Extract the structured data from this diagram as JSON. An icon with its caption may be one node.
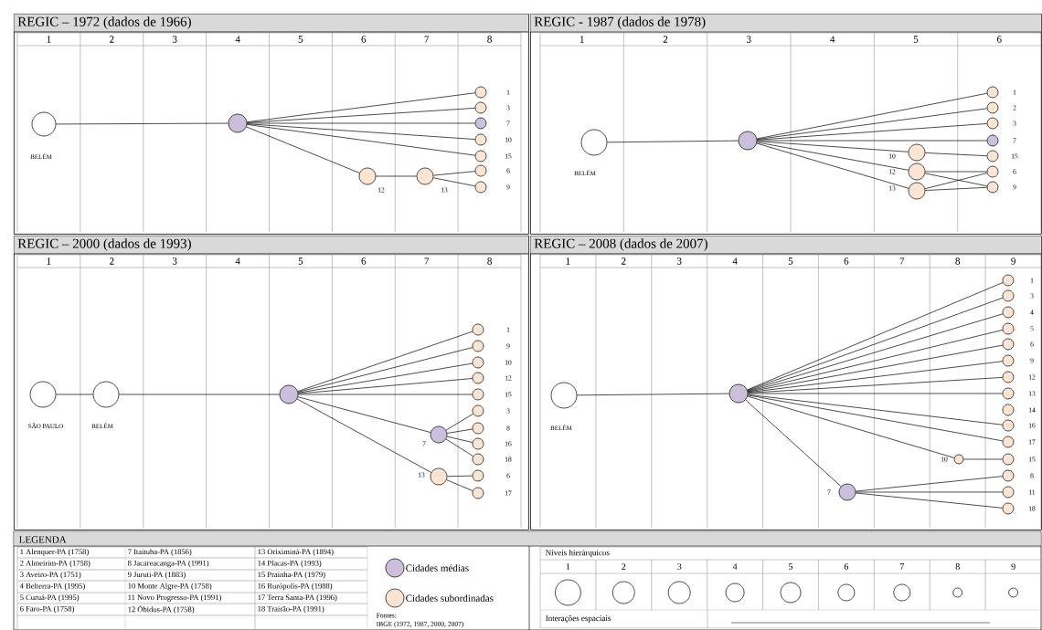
{
  "diagram": {
    "nodes": [
      {
        "text": [
          "REGIC – 1972 (dados de 1966)",
          "1",
          "2",
          "3",
          "4",
          "5",
          "6",
          "7",
          "8"
        ]
      },
      {
        "text": [],
        "shape": "circle",
        "in": 0,
        "beside": [
          "BELÉM"
        ]
      },
      {
        "text": [],
        "shape": "circle",
        "in": 0
      },
      {
        "text": [],
        "shape": "circle",
        "in": 0,
        "beside": [
          "1"
        ]
      },
      {
        "text": [],
        "shape": "circle",
        "in": 0,
        "beside": [
          "3"
        ]
      },
      {
        "text": [],
        "shape": "circle",
        "in": 0,
        "beside": [
          "7"
        ]
      },
      {
        "text": [],
        "shape": "circle",
        "in": 0,
        "beside": [
          "10"
        ]
      },
      {
        "text": [],
        "shape": "circle",
        "in": 0,
        "beside": [
          "15"
        ]
      },
      {
        "text": [],
        "shape": "circle",
        "in": 0,
        "beside": [
          "12"
        ]
      },
      {
        "text": [],
        "shape": "circle",
        "in": 0,
        "beside": [
          "13"
        ]
      },
      {
        "text": [],
        "shape": "circle",
        "in": 0,
        "beside": [
          "6"
        ]
      },
      {
        "text": [],
        "shape": "circle",
        "in": 0,
        "beside": [
          "9"
        ]
      },
      {
        "text": [
          "REGIC - 1987 (dados de 1978)",
          "1",
          "2",
          "3",
          "4",
          "5",
          "6"
        ]
      },
      {
        "text": [],
        "shape": "circle",
        "in": 12,
        "beside": [
          "BELÉM"
        ]
      },
      {
        "text": [],
        "shape": "circle",
        "in": 12
      },
      {
        "text": [],
        "shape": "circle",
        "in": 12,
        "beside": [
          "1"
        ]
      },
      {
        "text": [],
        "shape": "circle",
        "in": 12,
        "beside": [
          "2"
        ]
      },
      {
        "text": [],
        "shape": "circle",
        "in": 12,
        "beside": [
          "3"
        ]
      },
      {
        "text": [],
        "shape": "circle",
        "in": 12,
        "beside": [
          "7"
        ]
      },
      {
        "text": [],
        "shape": "circle",
        "in": 12,
        "beside": [
          "10"
        ]
      },
      {
        "text": [],
        "shape": "circle",
        "in": 12,
        "beside": [
          "15"
        ]
      },
      {
        "text": [],
        "shape": "circle",
        "in": 12,
        "beside": [
          "12"
        ]
      },
      {
        "text": [],
        "shape": "circle",
        "in": 12,
        "beside": [
          "6"
        ]
      },
      {
        "text": [],
        "shape": "circle",
        "in": 12,
        "beside": [
          "13"
        ]
      },
      {
        "text": [],
        "shape": "circle",
        "in": 12,
        "beside": [
          "9"
        ]
      },
      {
        "text": [
          "REGIC – 2000 (dados de 1993)",
          "1",
          "2",
          "3",
          "4",
          "5",
          "6",
          "7",
          "8"
        ]
      },
      {
        "text": [],
        "shape": "circle",
        "in": 25,
        "beside": [
          "SÃO PAULO"
        ]
      },
      {
        "text": [],
        "shape": "circle",
        "in": 25,
        "beside": [
          "BELÉM"
        ]
      },
      {
        "text": [],
        "shape": "circle",
        "in": 25
      },
      {
        "text": [],
        "shape": "circle",
        "in": 25,
        "beside": [
          "1"
        ]
      },
      {
        "text": [],
        "shape": "circle",
        "in": 25,
        "beside": [
          "9"
        ]
      },
      {
        "text": [],
        "shape": "circle",
        "in": 25,
        "beside": [
          "10"
        ]
      },
      {
        "text": [],
        "shape": "circle",
        "in": 25,
        "beside": [
          "12"
        ]
      },
      {
        "text": [],
        "shape": "circle",
        "in": 25,
        "beside": [
          "15"
        ]
      },
      {
        "text": [],
        "shape": "circle",
        "in": 25,
        "beside": [
          "3"
        ]
      },
      {
        "text": [],
        "shape": "circle",
        "in": 25,
        "beside": [
          "7"
        ]
      },
      {
        "text": [],
        "shape": "circle",
        "in": 25,
        "beside": [
          "8"
        ]
      },
      {
        "text": [],
        "shape": "circle",
        "in": 25,
        "beside": [
          "16"
        ]
      },
      {
        "text": [],
        "shape": "circle",
        "in": 25,
        "beside": [
          "18"
        ]
      },
      {
        "text": [],
        "shape": "circle",
        "in": 25,
        "beside": [
          "13"
        ]
      },
      {
        "text": [],
        "shape": "circle",
        "in": 25,
        "beside": [
          "6"
        ]
      },
      {
        "text": [],
        "shape": "circle",
        "in": 25,
        "beside": [
          "17"
        ]
      },
      {
        "text": [
          "REGIC – 2008 (dados de 2007)",
          "1",
          "2",
          "3",
          "4",
          "5",
          "6",
          "7",
          "8",
          "9"
        ]
      },
      {
        "text": [],
        "shape": "circle",
        "in": 42,
        "beside": [
          "BELÉM"
        ]
      },
      {
        "text": [],
        "shape": "circle",
        "in": 42
      },
      {
        "text": [],
        "shape": "circle",
        "in": 42,
        "beside": [
          "1"
        ]
      },
      {
        "text": [],
        "shape": "circle",
        "in": 42,
        "beside": [
          "3"
        ]
      },
      {
        "text": [],
        "shape": "circle",
        "in": 42,
        "beside": [
          "4"
        ]
      },
      {
        "text": [],
        "shape": "circle",
        "in": 42,
        "beside": [
          "5"
        ]
      },
      {
        "text": [],
        "shape": "circle",
        "in": 42,
        "beside": [
          "6"
        ]
      },
      {
        "text": [],
        "shape": "circle",
        "in": 42,
        "beside": [
          "9"
        ]
      },
      {
        "text": [],
        "shape": "circle",
        "in": 42,
        "beside": [
          "12"
        ]
      },
      {
        "text": [],
        "shape": "circle",
        "in": 42,
        "beside": [
          "13"
        ]
      },
      {
        "text": [],
        "shape": "circle",
        "in": 42,
        "beside": [
          "14"
        ]
      },
      {
        "text": [],
        "shape": "circle",
        "in": 42,
        "beside": [
          "16"
        ]
      },
      {
        "text": [],
        "shape": "circle",
        "in": 42,
        "beside": [
          "17"
        ]
      },
      {
        "text": [],
        "shape": "circle",
        "in": 42,
        "beside": [
          "10"
        ]
      },
      {
        "text": [],
        "shape": "circle",
        "in": 42,
        "beside": [
          "15"
        ]
      },
      {
        "text": [],
        "shape": "circle",
        "in": 42,
        "beside": [
          "7"
        ]
      },
      {
        "text": [],
        "shape": "circle",
        "in": 42,
        "beside": [
          "8"
        ]
      },
      {
        "text": [],
        "shape": "circle",
        "in": 42,
        "beside": [
          "11"
        ]
      },
      {
        "text": [],
        "shape": "circle",
        "in": 42,
        "beside": [
          "18"
        ]
      },
      {
        "text": [],
        "shape": "circle"
      },
      {
        "text": [],
        "shape": "circle"
      },
      {
        "text": [],
        "shape": "circle"
      },
      {
        "text": [],
        "shape": "circle"
      },
      {
        "text": [],
        "shape": "circle"
      },
      {
        "text": [],
        "shape": "circle"
      },
      {
        "text": [],
        "shape": "circle"
      },
      {
        "text": [],
        "shape": "circle"
      },
      {
        "text": [],
        "shape": "circle"
      }
    ],
    "edges": [
      {
        "from": 1,
        "to": 2,
        "arrow": "none"
      },
      {
        "from": 2,
        "to": 3,
        "arrow": "none"
      },
      {
        "from": 2,
        "to": 4,
        "arrow": "none"
      },
      {
        "from": 2,
        "to": 5,
        "arrow": "none"
      },
      {
        "from": 2,
        "to": 6,
        "arrow": "none"
      },
      {
        "from": 2,
        "to": 7,
        "arrow": "none"
      },
      {
        "from": 2,
        "to": 8,
        "arrow": "none"
      },
      {
        "from": 8,
        "to": 9,
        "arrow": "none"
      },
      {
        "from": 9,
        "to": 10,
        "arrow": "none"
      },
      {
        "from": 9,
        "to": 11,
        "arrow": "none"
      },
      {
        "from": 13,
        "to": 14,
        "arrow": "none"
      },
      {
        "from": 14,
        "to": 15,
        "arrow": "none"
      },
      {
        "from": 14,
        "to": 16,
        "arrow": "none"
      },
      {
        "from": 14,
        "to": 17,
        "arrow": "none"
      },
      {
        "from": 14,
        "to": 18,
        "arrow": "none"
      },
      {
        "from": 14,
        "to": 19,
        "arrow": "none"
      },
      {
        "from": 14,
        "to": 21,
        "arrow": "none"
      },
      {
        "from": 14,
        "to": 23,
        "arrow": "none"
      },
      {
        "from": 19,
        "to": 20,
        "arrow": "none"
      },
      {
        "from": 21,
        "to": 22,
        "arrow": "none"
      },
      {
        "from": 21,
        "to": 24,
        "arrow": "none"
      },
      {
        "from": 23,
        "to": 22,
        "arrow": "none"
      },
      {
        "from": 23,
        "to": 24,
        "arrow": "none"
      },
      {
        "from": 26,
        "to": 27,
        "arrow": "none"
      },
      {
        "from": 27,
        "to": 28,
        "arrow": "none"
      },
      {
        "from": 28,
        "to": 29,
        "arrow": "none"
      },
      {
        "from": 28,
        "to": 30,
        "arrow": "none"
      },
      {
        "from": 28,
        "to": 31,
        "arrow": "none"
      },
      {
        "from": 28,
        "to": 32,
        "arrow": "none"
      },
      {
        "from": 28,
        "to": 33,
        "arrow": "none"
      },
      {
        "from": 28,
        "to": 35,
        "arrow": "none"
      },
      {
        "from": 28,
        "to": 39,
        "arrow": "none"
      },
      {
        "from": 35,
        "to": 34,
        "arrow": "none"
      },
      {
        "from": 35,
        "to": 36,
        "arrow": "none"
      },
      {
        "from": 35,
        "to": 37,
        "arrow": "none"
      },
      {
        "from": 35,
        "to": 38,
        "arrow": "none"
      },
      {
        "from": 39,
        "to": 40,
        "arrow": "none"
      },
      {
        "from": 39,
        "to": 41,
        "arrow": "none"
      },
      {
        "from": 43,
        "to": 44,
        "arrow": "none"
      },
      {
        "from": 44,
        "to": 45,
        "arrow": "none"
      },
      {
        "from": 44,
        "to": 46,
        "arrow": "none"
      },
      {
        "from": 44,
        "to": 47,
        "arrow": "none"
      },
      {
        "from": 44,
        "to": 48,
        "arrow": "none"
      },
      {
        "from": 44,
        "to": 49,
        "arrow": "none"
      },
      {
        "from": 44,
        "to": 50,
        "arrow": "none"
      },
      {
        "from": 44,
        "to": 51,
        "arrow": "none"
      },
      {
        "from": 44,
        "to": 52,
        "arrow": "none"
      },
      {
        "from": 44,
        "to": 54,
        "arrow": "none"
      },
      {
        "from": 44,
        "to": 55,
        "arrow": "none"
      },
      {
        "from": 44,
        "to": 56,
        "arrow": "none"
      },
      {
        "from": 44,
        "to": 58,
        "arrow": "none"
      },
      {
        "from": 56,
        "to": 57,
        "arrow": "none"
      },
      {
        "from": 58,
        "to": 59,
        "arrow": "none"
      },
      {
        "from": 58,
        "to": 60,
        "arrow": "none"
      },
      {
        "from": 58,
        "to": 61,
        "arrow": "none"
      }
    ],
    "labels": [
      "LEGENDA",
      "1 Alenquer-PA (1758)",
      "7 Itaituba-PA (1856)",
      "13 Oriximiná-PA (1894)",
      "2 Almeirim-PA (1758)",
      "8 Jacareacanga-PA (1991)",
      "14 Placas-PA (1993)",
      "3 Aveiro-PA (1751)",
      "9 Juruti-PA (1883)",
      "15 Prainha-PA (1979)",
      "4 Belterra-PA (1995)",
      "10 Monte Algre-PA (1758)",
      "16 Rurópolis-PA (1988)",
      "5 Curuá-PA (1995)",
      "11 Novo Progresso-PA (1991)",
      "17 Terra Santa-PA (1996)",
      "6 Faro-PA (1758)",
      "12 Óbidos-PA (1758)",
      "18 Trairão-PA (1991)",
      "Fontes:",
      "IBGE (1972, 1987, 2000, 2007)",
      "Níveis hierárquicos",
      "1",
      "2",
      "3",
      "4",
      "5",
      "6",
      "7",
      "8",
      "9"
    ],
    "legend": [
      {
        "text": "Cidades médias",
        "color": "#cbbfdb"
      },
      {
        "text": "Cidades subordinadas",
        "color": "#fde5d1"
      },
      {
        "text": "Interações espaciais"
      }
    ]
  }
}
